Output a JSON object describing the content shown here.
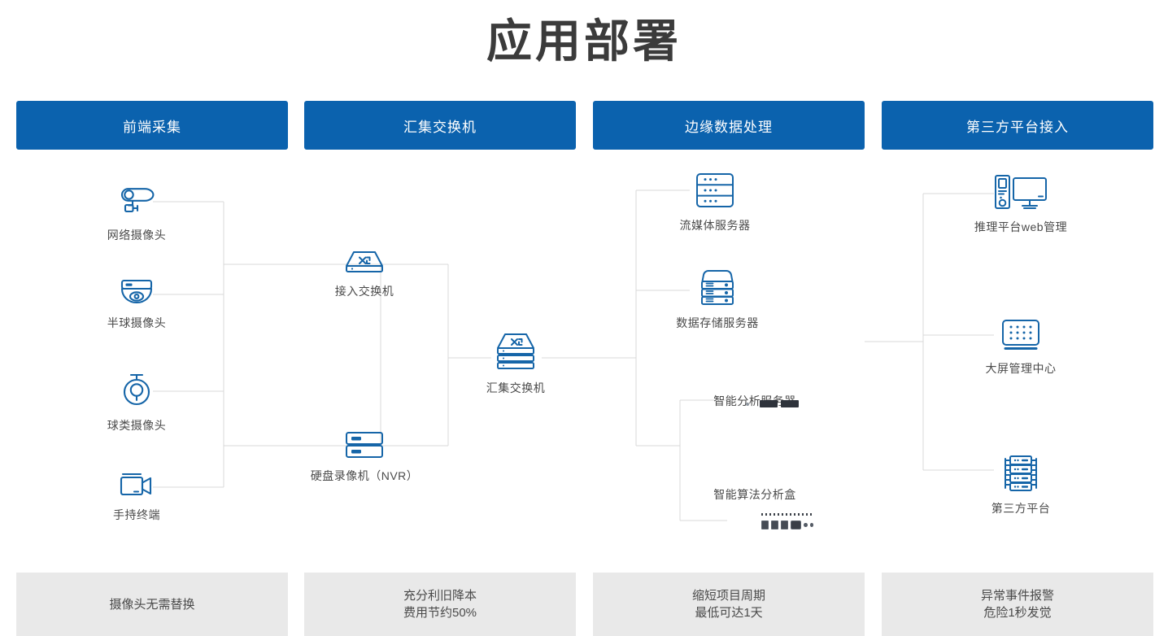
{
  "page": {
    "title": "应用部署",
    "accent_color": "#0b62ae",
    "footer_bg": "#e9e9e9",
    "line_color": "#d8d8d8",
    "icon_color": "#1565a8",
    "text_color": "#4a4a4a"
  },
  "columns": [
    {
      "header": "前端采集",
      "footer": "摄像头无需替换"
    },
    {
      "header": "汇集交换机",
      "footer": "充分利旧降本\n费用节约50%"
    },
    {
      "header": "边缘数据处理",
      "footer": "缩短项目周期\n最低可达1天"
    },
    {
      "header": "第三方平台接入",
      "footer": "异常事件报警\n危险1秒发觉"
    }
  ],
  "nodes": {
    "col1": [
      {
        "label": "网络摄像头",
        "icon": "bullet-camera-icon"
      },
      {
        "label": "半球摄像头",
        "icon": "dome-camera-icon"
      },
      {
        "label": "球类摄像头",
        "icon": "ptz-ball-camera-icon"
      },
      {
        "label": "手持终端",
        "icon": "handheld-camcorder-icon"
      }
    ],
    "col2": [
      {
        "label": "接入交换机",
        "icon": "access-switch-icon"
      },
      {
        "label": "硬盘录像机（NVR）",
        "icon": "nvr-icon"
      }
    ],
    "hub": {
      "label": "汇集交换机",
      "icon": "aggregation-switch-icon"
    },
    "col3": [
      {
        "label": "流媒体服务器",
        "icon": "streaming-server-icon"
      },
      {
        "label": "数据存储服务器",
        "icon": "storage-server-icon"
      },
      {
        "label": "智能分析服务器",
        "icon": "ai-analysis-server-photo"
      },
      {
        "label": "智能算法分析盒",
        "icon": "ai-edge-box-photo"
      }
    ],
    "col4": [
      {
        "label": "推理平台web管理",
        "icon": "pc-monitor-icon"
      },
      {
        "label": "大屏管理中心",
        "icon": "video-wall-icon"
      },
      {
        "label": "第三方平台",
        "icon": "server-rack-icon"
      }
    ]
  }
}
